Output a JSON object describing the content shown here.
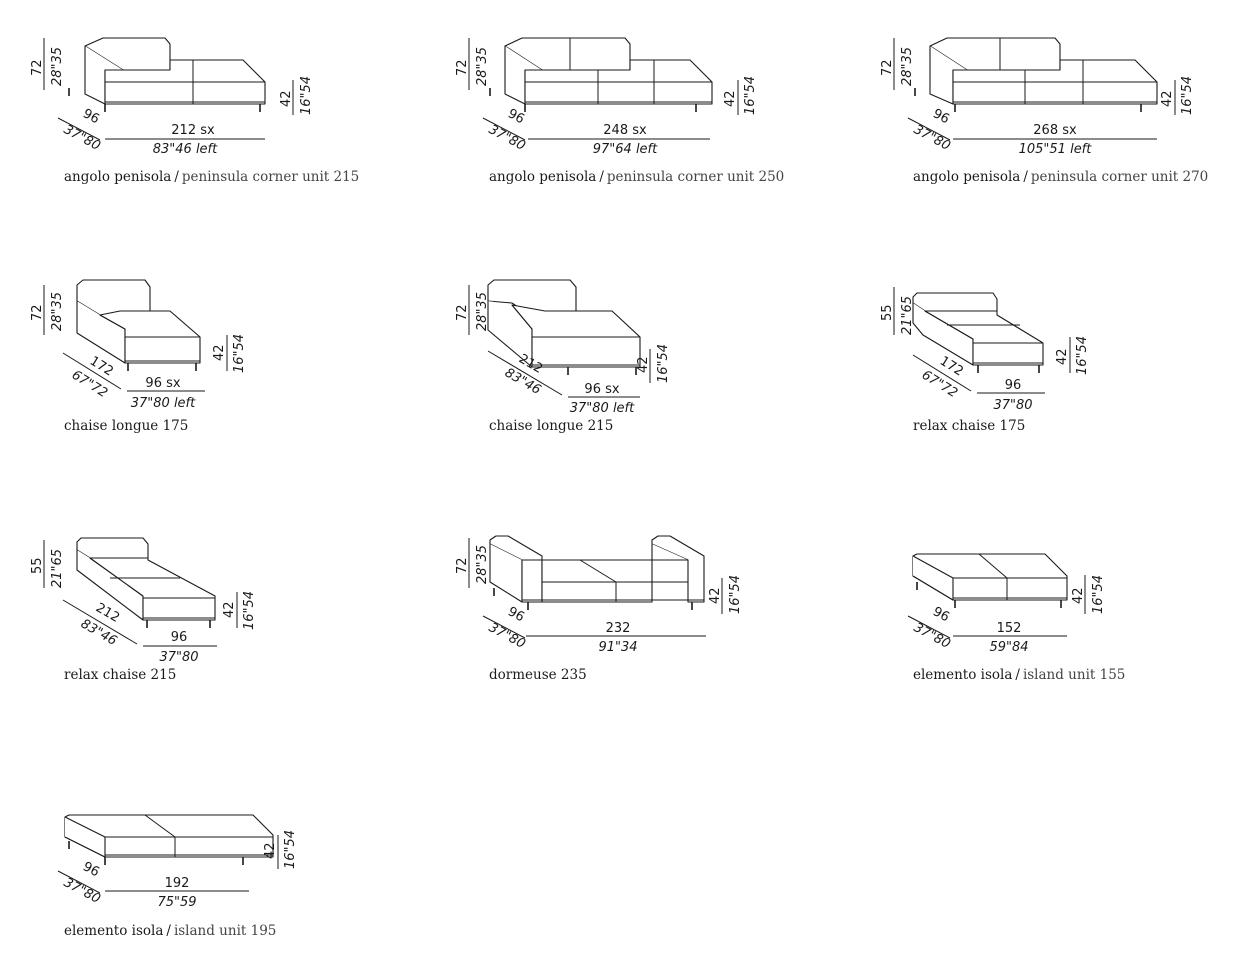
{
  "items": [
    {
      "height": "72",
      "height_in": "28\"35",
      "seat": "42",
      "seat_in": "16\"54",
      "depth": "96",
      "depth_in": "37\"80",
      "width": "212 sx",
      "width_in": "83\"46 left",
      "name_it": "angolo penisola",
      "name_en": "peninsula corner unit 215"
    },
    {
      "height": "72",
      "height_in": "28\"35",
      "seat": "42",
      "seat_in": "16\"54",
      "depth": "96",
      "depth_in": "37\"80",
      "width": "248 sx",
      "width_in": "97\"64 left",
      "name_it": "angolo penisola",
      "name_en": "peninsula corner unit 250"
    },
    {
      "height": "72",
      "height_in": "28\"35",
      "seat": "42",
      "seat_in": "16\"54",
      "depth": "96",
      "depth_in": "37\"80",
      "width": "268 sx",
      "width_in": "105\"51 left",
      "name_it": "angolo penisola",
      "name_en": "peninsula corner unit 270"
    },
    {
      "height": "72",
      "height_in": "28\"35",
      "seat": "42",
      "seat_in": "16\"54",
      "depth": "172",
      "depth_in": "67\"72",
      "width": "96 sx",
      "width_in": "37\"80 left",
      "name_it": "chaise longue 175",
      "name_en": ""
    },
    {
      "height": "72",
      "height_in": "28\"35",
      "seat": "42",
      "seat_in": "16\"54",
      "depth": "212",
      "depth_in": "83\"46",
      "width": "96 sx",
      "width_in": "37\"80 left",
      "name_it": "chaise longue 215",
      "name_en": ""
    },
    {
      "height": "55",
      "height_in": "21\"65",
      "seat": "42",
      "seat_in": "16\"54",
      "depth": "172",
      "depth_in": "67\"72",
      "width": "96",
      "width_in": "37\"80",
      "name_it": "relax chaise 175",
      "name_en": ""
    },
    {
      "height": "55",
      "height_in": "21\"65",
      "seat": "42",
      "seat_in": "16\"54",
      "depth": "212",
      "depth_in": "83\"46",
      "width": "96",
      "width_in": "37\"80",
      "name_it": "relax chaise 215",
      "name_en": ""
    },
    {
      "height": "72",
      "height_in": "28\"35",
      "seat": "42",
      "seat_in": "16\"54",
      "depth": "96",
      "depth_in": "37\"80",
      "width": "232",
      "width_in": "91\"34",
      "name_it": "dormeuse 235",
      "name_en": ""
    },
    {
      "height": "",
      "height_in": "",
      "seat": "42",
      "seat_in": "16\"54",
      "depth": "96",
      "depth_in": "37\"80",
      "width": "152",
      "width_in": "59\"84",
      "name_it": "elemento isola",
      "name_en": "island unit 155"
    },
    {
      "height": "",
      "height_in": "",
      "seat": "42",
      "seat_in": "16\"54",
      "depth": "96",
      "depth_in": "37\"80",
      "width": "192",
      "width_in": "75\"59",
      "name_it": "elemento isola",
      "name_en": "island unit 195"
    }
  ]
}
